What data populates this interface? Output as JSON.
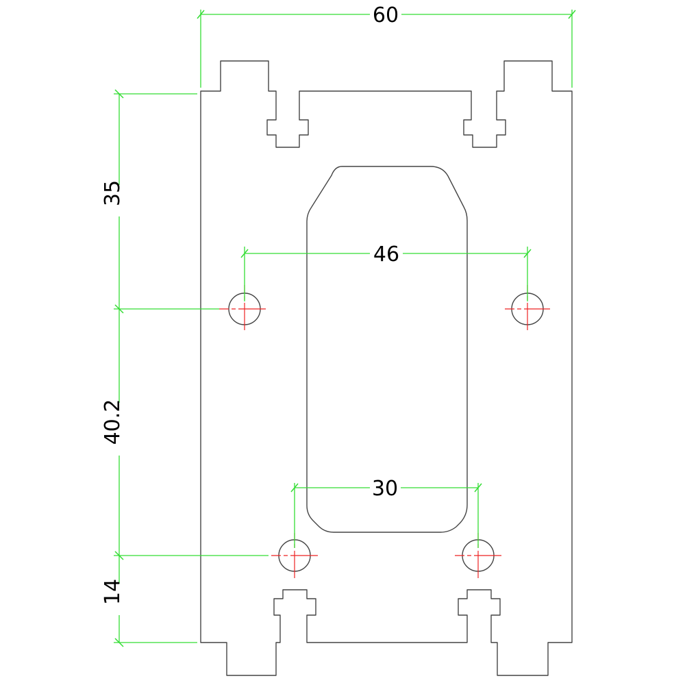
{
  "drawing": {
    "type": "mounting plate drawing",
    "colors": {
      "outline": "#444444",
      "dimension_lines": "#33dd33",
      "centerlines": "#ee2222",
      "text": "#000000"
    },
    "dimensions": {
      "overall_width": "60",
      "upper_hole_spacing": "46",
      "lower_hole_spacing": "30",
      "top_to_upper_holes": "35",
      "upper_to_lower_holes": "40.2",
      "lower_holes_to_bottom": "14"
    }
  }
}
